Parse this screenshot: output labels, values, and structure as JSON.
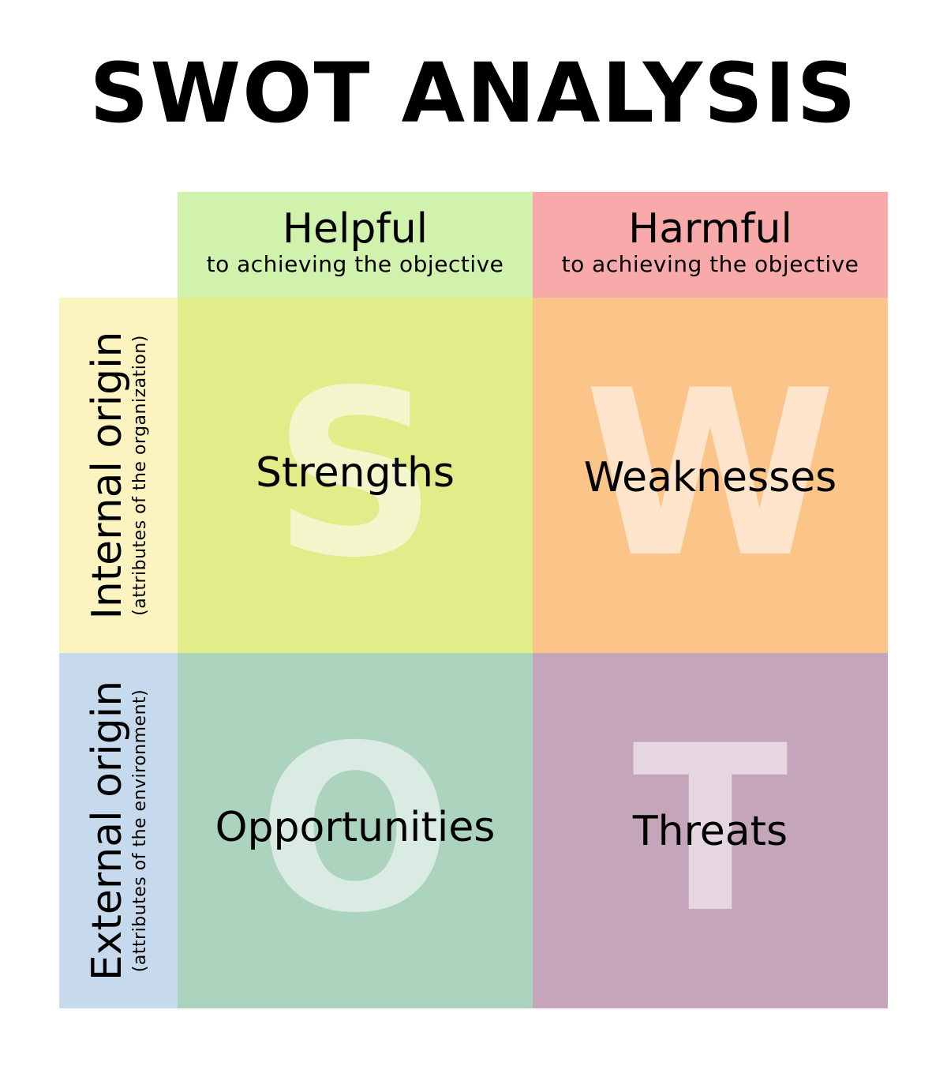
{
  "title": "SWOT ANALYSIS",
  "columns": [
    {
      "main": "Helpful",
      "sub": "to achieving the objective",
      "color": "#d1f2ac"
    },
    {
      "main": "Harmful",
      "sub": "to achieving the objective",
      "color": "#f8a9a9"
    }
  ],
  "rows": [
    {
      "main": "Internal origin",
      "sub": "(attributes of the organization)",
      "color": "#fcf4c0"
    },
    {
      "main": "External origin",
      "sub": "(attributes of the environment)",
      "color": "#c7d9ec"
    }
  ],
  "quadrants": [
    {
      "letter": "S",
      "label": "Strengths",
      "color": "#e2ec89"
    },
    {
      "letter": "W",
      "label": "Weaknesses",
      "color": "#fbc489"
    },
    {
      "letter": "O",
      "label": "Opportunities",
      "color": "#acd3be"
    },
    {
      "letter": "T",
      "label": "Threats",
      "color": "#c5a5b9"
    }
  ]
}
